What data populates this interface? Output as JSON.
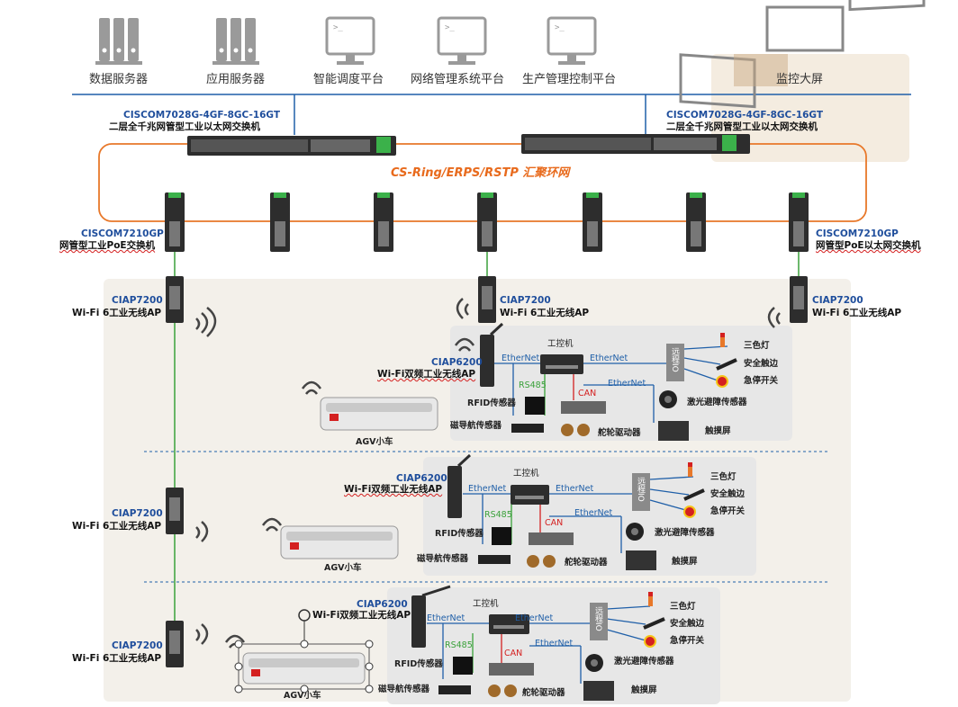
{
  "servers": [
    {
      "name": "数据服务器",
      "icon": "data-server-icon"
    },
    {
      "name": "应用服务器",
      "icon": "app-server-icon"
    },
    {
      "name": "智能调度平台",
      "icon": "monitor-icon"
    },
    {
      "name": "网络管理系统平台",
      "icon": "monitor-icon"
    },
    {
      "name": "生产管理控制平台",
      "icon": "monitor-icon"
    },
    {
      "name": "监控大屏",
      "icon": "video-wall-icon"
    }
  ],
  "core_switch": {
    "model": "CISCOM7028G-4GF-8GC-16GT",
    "desc": "二层全千兆网管型工业以太网交换机"
  },
  "ring_label": "CS-Ring/ERPS/RSTP 汇聚环网",
  "access_switch": {
    "model": "CISCOM7210GP",
    "desc_left": "网管型工业PoE交换机",
    "desc_right": "网管型PoE以太网交换机"
  },
  "ap": {
    "model": "CIAP7200",
    "desc": "Wi-Fi 6工业无线AP"
  },
  "vehicle_ap": {
    "model": "CIAP6200",
    "desc": "Wi-Fi双频工业无线AP"
  },
  "ipc_label": "工控机",
  "remote_io": "远程IO",
  "links": {
    "ethernet": "EtherNet",
    "rs485": "RS485",
    "can": "CAN"
  },
  "devices": {
    "rfid": "RFID传感器",
    "magnetic": "磁导航传感器",
    "driver": "舵轮驱动器",
    "lidar": "激光避障传感器",
    "touch": "触摸屏",
    "lamp": "三色灯",
    "bumper": "安全触边",
    "estop": "急停开关"
  },
  "agv_label": "AGV小车",
  "colors": {
    "ring": "#e8782a",
    "link_blue": "#1f5fa8",
    "link_green": "#3aa13a",
    "can_red": "#d42020",
    "model_blue": "#1f4e9c"
  }
}
